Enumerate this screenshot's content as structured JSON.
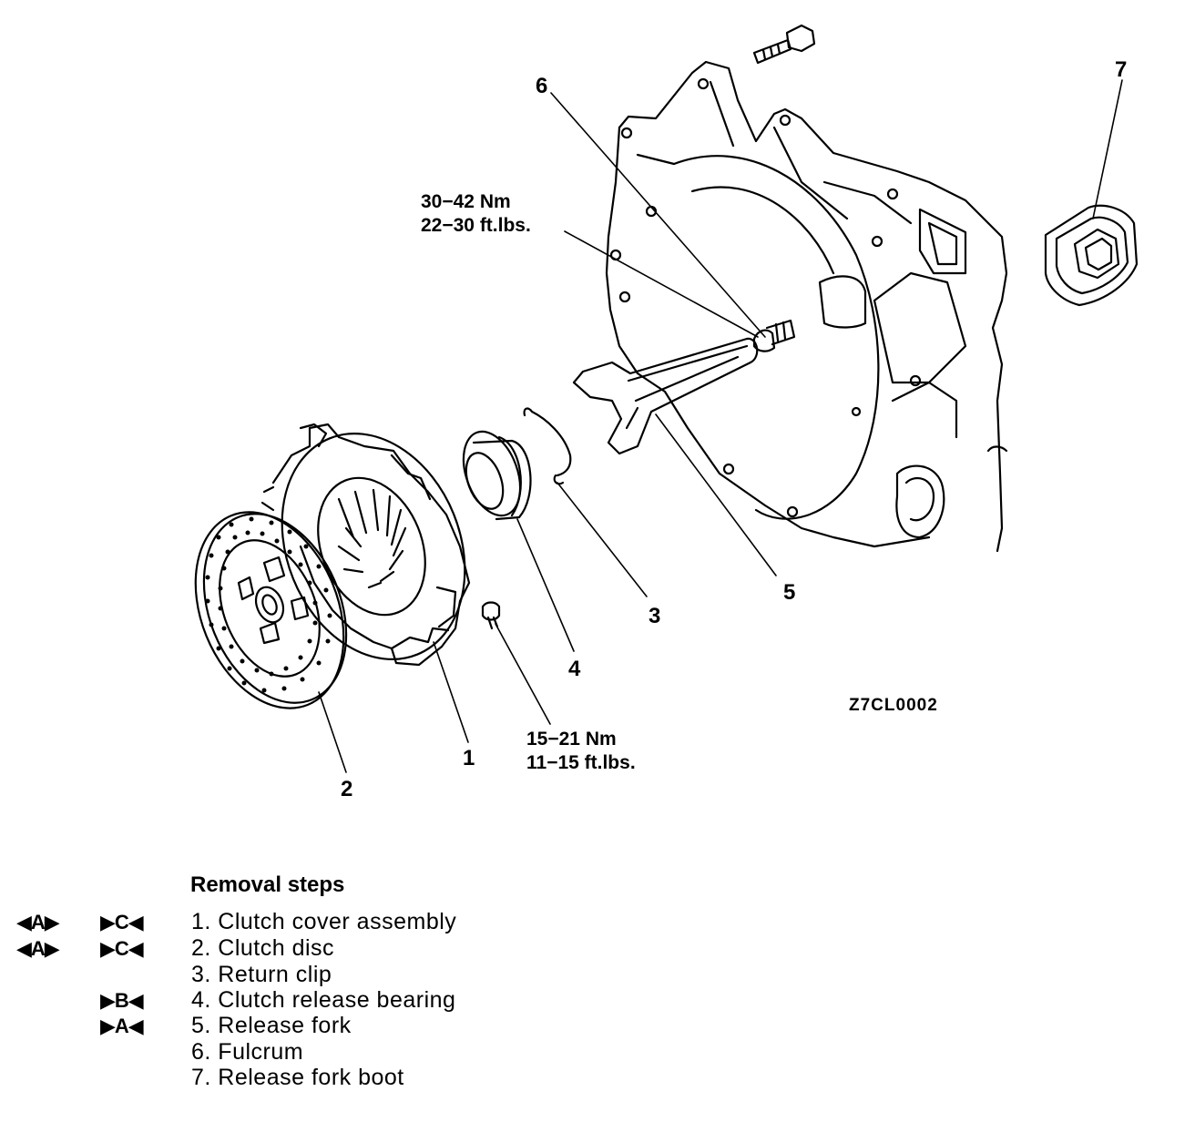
{
  "callouts": {
    "c1": "1",
    "c2": "2",
    "c3": "3",
    "c4": "4",
    "c5": "5",
    "c6": "6",
    "c7": "7"
  },
  "torque_fulcrum": {
    "nm": "30−42 Nm",
    "ftlbs": "22−30 ft.lbs."
  },
  "torque_cover": {
    "nm": "15−21 Nm",
    "ftlbs": "11−15 ft.lbs."
  },
  "figure_code": "Z7CL0002",
  "removal": {
    "title": "Removal steps",
    "steps": [
      {
        "mark1": "◀A▶",
        "mark2": "▶C◀",
        "text": "1. Clutch cover assembly"
      },
      {
        "mark1": "◀A▶",
        "mark2": "▶C◀",
        "text": "2. Clutch disc"
      },
      {
        "mark1": "",
        "mark2": "",
        "text": "3. Return clip"
      },
      {
        "mark1": "",
        "mark2": "▶B◀",
        "text": "4. Clutch release bearing"
      },
      {
        "mark1": "",
        "mark2": "▶A◀",
        "text": "5. Release fork"
      },
      {
        "mark1": "",
        "mark2": "",
        "text": "6. Fulcrum"
      },
      {
        "mark1": "",
        "mark2": "",
        "text": "7. Release fork boot"
      }
    ]
  }
}
